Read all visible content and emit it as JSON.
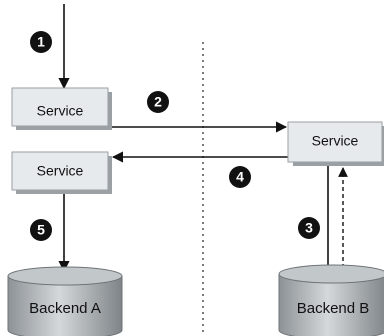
{
  "services": {
    "service_1": "Service",
    "service_2": "Service",
    "service_3": "Service"
  },
  "backends": {
    "backend_a": "Backend A",
    "backend_b": "Backend B"
  },
  "steps": [
    "1",
    "2",
    "3",
    "4",
    "5"
  ],
  "colors": {
    "box_fill": "#e7eaec",
    "box_stroke": "#9a9fa3",
    "badge": "#111111",
    "line": "#111111",
    "divider": "#7a7a7a"
  }
}
